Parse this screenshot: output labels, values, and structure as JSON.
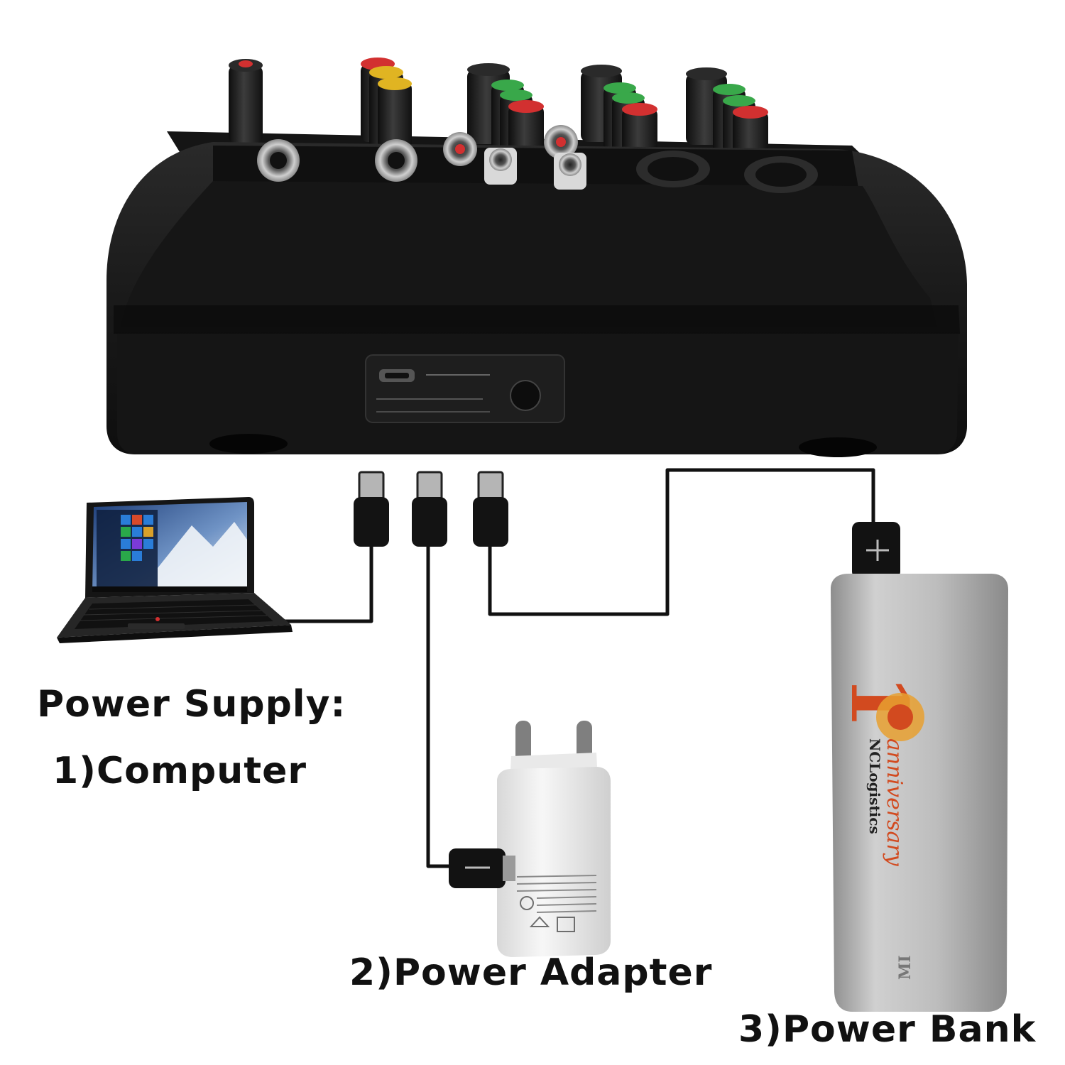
{
  "captions": {
    "heading": "Power Supply:",
    "computer": "1)Computer",
    "adapter": "2)Power Adapter",
    "power_bank": "3)Power Bank"
  },
  "power_bank_logo": {
    "anniversary": "anniversary",
    "brand": "NCLogistics",
    "maker": "MI"
  },
  "colors": {
    "mixer_body": "#1c1c1c",
    "knob_red": "#d23030",
    "knob_yellow": "#e0b422",
    "knob_green": "#39a84a",
    "cable": "#111111",
    "power_bank": "#bcbcbc",
    "adapter": "#f0f0f0",
    "caption_text": "#111111"
  }
}
